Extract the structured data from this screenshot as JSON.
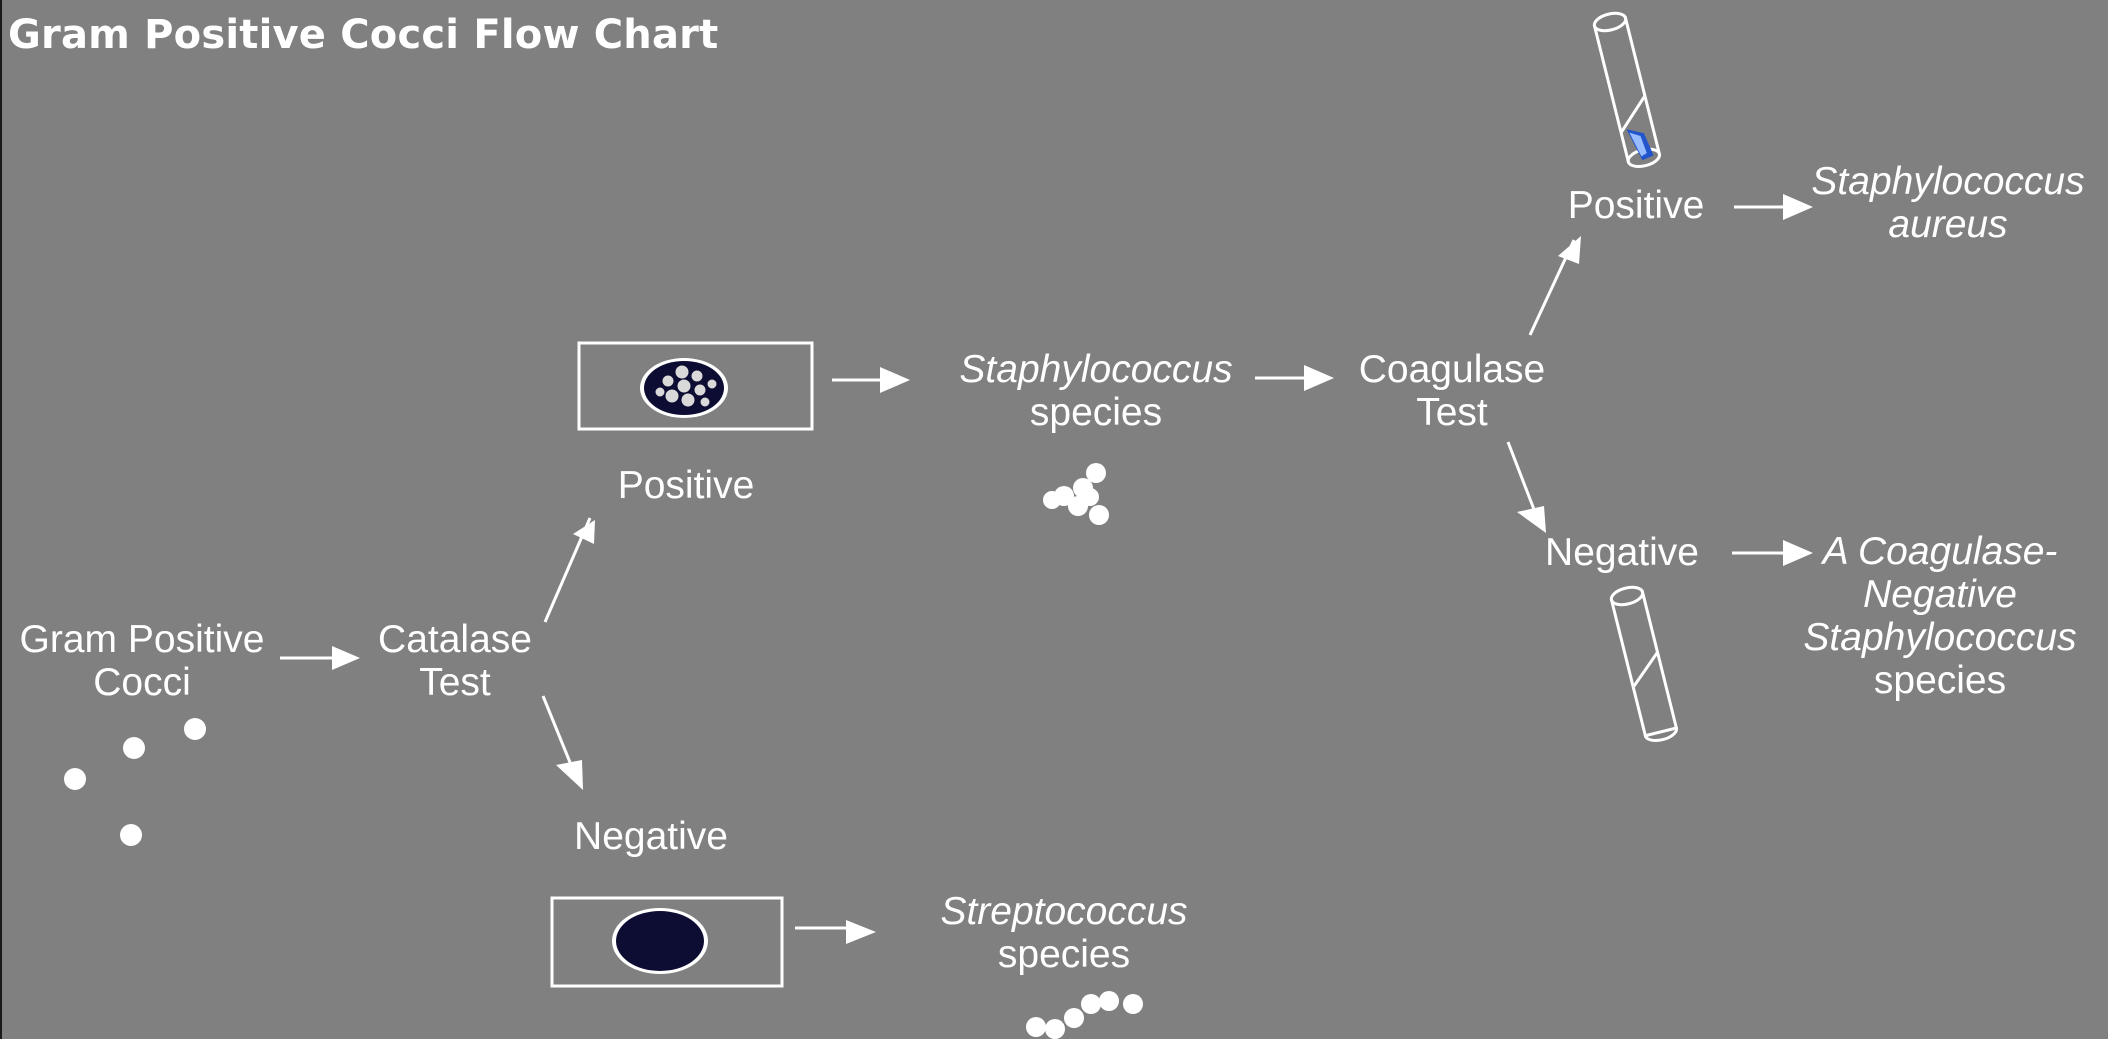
{
  "title": "Gram Positive Cocci Flow Chart",
  "nodes": {
    "gram_positive_cocci": [
      "Gram Positive",
      "Cocci"
    ],
    "catalase_test": [
      "Catalase",
      "Test"
    ],
    "catalase_positive": "Positive",
    "catalase_negative": "Negative",
    "staphylococcus_species": [
      "Staphylococcus",
      "species"
    ],
    "streptococcus_species": [
      "Streptococcus",
      "species"
    ],
    "coagulase_test": [
      "Coagulase",
      "Test"
    ],
    "coagulase_positive": "Positive",
    "coagulase_negative": "Negative",
    "staphylococcus_aureus": [
      "Staphylococcus",
      "aureus"
    ],
    "coagulase_negative_staph": [
      "A Coagulase-",
      "Negative",
      "Staphylococcus",
      "species"
    ]
  },
  "icons": {
    "catalase_positive_slide": "bubbling-slide-icon",
    "catalase_negative_slide": "slide-icon",
    "staph_cluster": "cocci-cluster-icon",
    "strep_chain": "cocci-chain-icon",
    "cocci_scatter": "cocci-icon",
    "clotted_tube": "clot-tube-icon",
    "liquid_tube": "tube-icon"
  },
  "colors": {
    "background": "#808080",
    "foreground": "#ffffff",
    "slide_spot": "#0d0d33",
    "clot": "#2255cc"
  }
}
